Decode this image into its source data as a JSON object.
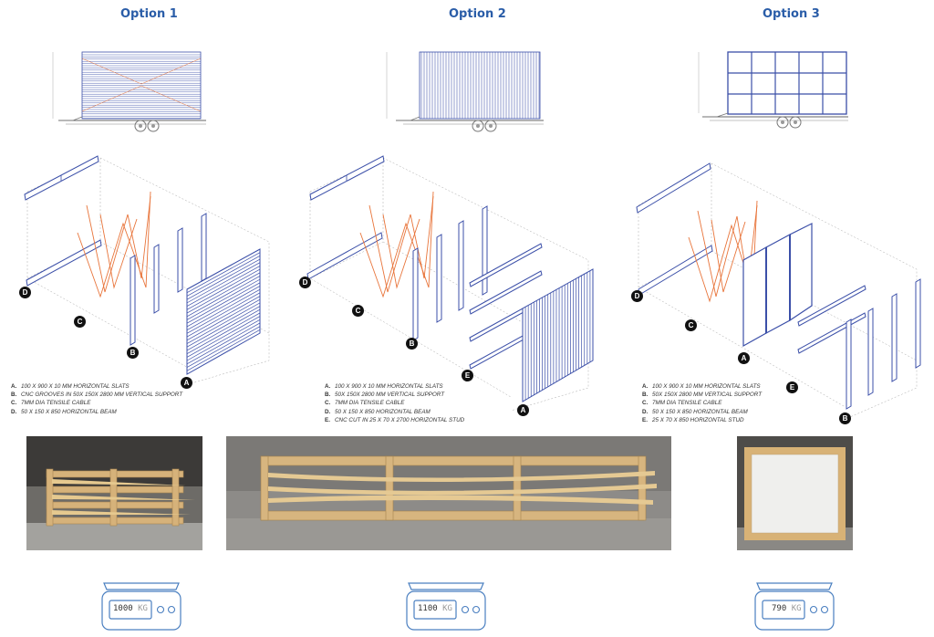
{
  "options": [
    {
      "title": "Option 1",
      "legend": [
        {
          "key": "A.",
          "text": "100 X 900 X 10 MM HORIZONTAL SLATS"
        },
        {
          "key": "B.",
          "text": "CNC GROOVES IN 50X 150X 2800 MM VERTICAL SUPPORT"
        },
        {
          "key": "C.",
          "text": "7MM DIA TENSILE CABLE"
        },
        {
          "key": "D.",
          "text": "50 X 150 X 850 HORIZONTAL BEAM"
        }
      ],
      "markers": [
        "A",
        "B",
        "C",
        "D"
      ],
      "scale": {
        "value": "1000",
        "unit": "KG"
      }
    },
    {
      "title": "Option 2",
      "legend": [
        {
          "key": "A.",
          "text": "100 X 900 X 10 MM HORIZONTAL SLATS"
        },
        {
          "key": "B.",
          "text": "50X 150X 2800 MM VERTICAL SUPPORT"
        },
        {
          "key": "C.",
          "text": "7MM DIA TENSILE CABLE"
        },
        {
          "key": "D.",
          "text": "50 X 150 X 850 HORIZONTAL BEAM"
        },
        {
          "key": "E.",
          "text": "CNC CUT IN 25 X 70 X 2700 HORIZONTAL STUD"
        }
      ],
      "markers": [
        "A",
        "B",
        "C",
        "D",
        "E"
      ],
      "scale": {
        "value": "1100",
        "unit": "KG"
      }
    },
    {
      "title": "Option 3",
      "legend": [
        {
          "key": "A.",
          "text": "100 X 900 X 10 MM HORIZONTAL SLATS"
        },
        {
          "key": "B.",
          "text": "50X 150X 2800 MM VERTICAL SUPPORT"
        },
        {
          "key": "C.",
          "text": "7MM DIA TENSILE CABLE"
        },
        {
          "key": "D.",
          "text": "50 X 150 X 850 HORIZONTAL BEAM"
        },
        {
          "key": "E.",
          "text": "25 X 70 X 850 HORIZONTAL STUD"
        }
      ],
      "markers": [
        "A",
        "B",
        "C",
        "D",
        "E"
      ],
      "scale": {
        "value": "790",
        "unit": "KG"
      }
    }
  ],
  "colors": {
    "title": "#2a5da8",
    "line": "#3b4fa8",
    "cable": "#e8743a",
    "scale": "#4a7fc0"
  }
}
